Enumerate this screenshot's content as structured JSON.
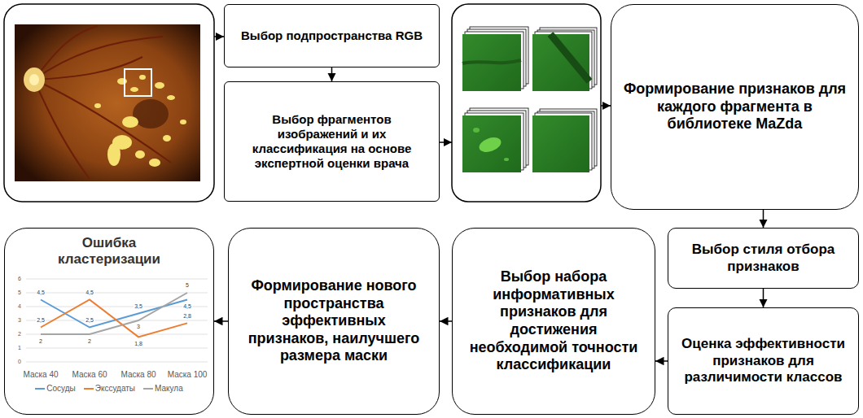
{
  "diagram": {
    "nodes": [
      {
        "text": [
          "Выбор подпространства RGB"
        ]
      },
      {
        "text": [
          "Выбор фрагментов изображений и их классификация на основе экспертной оценки врача"
        ]
      },
      {
        "text": [
          "Формирование признаков для каждого фрагмента в библиотеке MaZda"
        ]
      },
      {
        "text": [
          "Выбор стиля отбора признаков"
        ]
      },
      {
        "text": [
          "Оценка эффективности признаков для различимости классов"
        ]
      },
      {
        "text": [
          "Выбор набора информативных признаков для достижения необходимой точности классификации"
        ]
      },
      {
        "text": [
          "Формирование нового пространства эффективных признаков, наилучшего размера маски"
        ]
      },
      {
        "text": [
          "Ошибка кластеризации"
        ]
      }
    ],
    "edges": [
      {
        "from": 0,
        "to": 1,
        "arrow": "to"
      },
      {
        "from": 2,
        "to": 3,
        "arrow": "to"
      },
      {
        "from": 3,
        "to": 4,
        "arrow": "to"
      },
      {
        "from": 4,
        "to": 5,
        "arrow": "to"
      },
      {
        "from": 5,
        "to": 6,
        "arrow": "to"
      },
      {
        "from": 6,
        "to": 7,
        "arrow": "to"
      }
    ],
    "labels": [
      "6",
      "5",
      "4",
      "3",
      "2",
      "1",
      "0",
      "4,5",
      "2,5",
      "3,5",
      "4,5",
      "2,5",
      "4,5",
      "1,8",
      "2,8",
      "2",
      "2",
      "3",
      "5",
      "Маска 40",
      "Маска 60",
      "Маска 80",
      "Маска 100"
    ],
    "legend": [
      {
        "text": "Сосуды"
      },
      {
        "text": "Экссудаты"
      },
      {
        "text": "Макула"
      }
    ]
  }
}
